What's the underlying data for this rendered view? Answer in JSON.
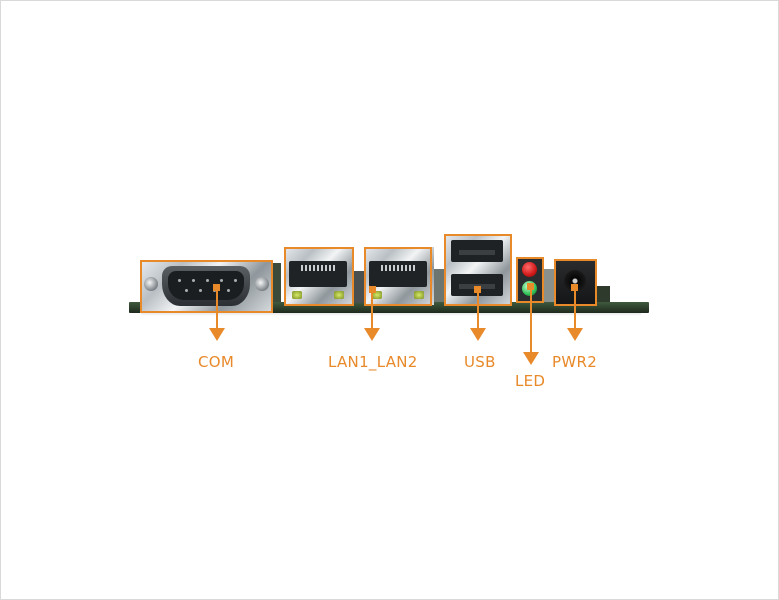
{
  "diagram": {
    "subject": "Motherboard rear I/O panel",
    "accent_color": "#e8892a",
    "pcb_color": "#2e4230",
    "connectors": [
      {
        "id": "com",
        "label": "COM",
        "type": "DB9 serial port"
      },
      {
        "id": "lan",
        "label": "LAN1_LAN2",
        "type": "Dual RJ45 Ethernet"
      },
      {
        "id": "usb",
        "label": "USB",
        "type": "Dual stacked USB-A"
      },
      {
        "id": "led",
        "label": "LED",
        "type": "Red/Green status LEDs"
      },
      {
        "id": "pwr",
        "label": "PWR2",
        "type": "DC power jack"
      }
    ]
  }
}
